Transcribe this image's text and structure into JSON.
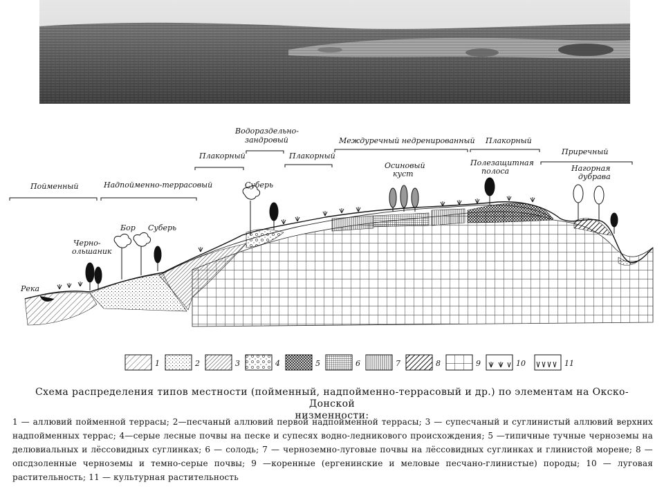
{
  "photo": {
    "alt": "landscape-photo"
  },
  "labels": {
    "poymenny": "Пойменный",
    "nadpoymenno": "Надпойменно-террасовый",
    "plakorny1": "Плакорный",
    "vodorazdelno_1": "Водораздельно-",
    "vodorazdelno_2": "зандровый",
    "plakorny2": "Плакорный",
    "mezhdurechny": "Междуречный недренированный",
    "plakorny3": "Плакорный",
    "prirechny": "Приречный",
    "reka": "Река",
    "chernoolshannik_1": "Черно-",
    "chernoolshannik_2": "ольшаник",
    "bor": "Бор",
    "suber1": "Суберь",
    "suber2": "Суберь",
    "osinovy_1": "Осиновый",
    "osinovy_2": "куст",
    "polezashch_1": "Полезащитная",
    "polezashch_2": "полоса",
    "nagornaya_1": "Нагорная",
    "nagornaya_2": "дубрава"
  },
  "legend": [
    "1",
    "2",
    "3",
    "4",
    "5",
    "6",
    "7",
    "8",
    "9",
    "10",
    "11"
  ],
  "title_line1": "Схема распределения типов местности (пойменный, надпойменно-террасовый и др.) по элементам на Окско-Донской",
  "title_line2": "низменности:",
  "caption": "1 — аллювий пойменной террасы; 2—песчаный аллювий первой надпойменной террасы; 3 — супесчаный и суглинистый аллювий верхних надпойменных террас; 4—серые лесные почвы на песке и супесях водно-ледникового происхождения; 5 —типичные тучные черноземы на делювиальных и лёссовидных суглинках; 6 — солодь; 7 — черноземно-луговые почвы на лёссовидных суглинках и глинистой морене; 8 — опсдзоленные черноземы и темно-серые почвы; 9 —коренные (ергенинские и меловые песчано-глинистые) породы; 10 — луговая растительность; 11 — культурная растительность"
}
